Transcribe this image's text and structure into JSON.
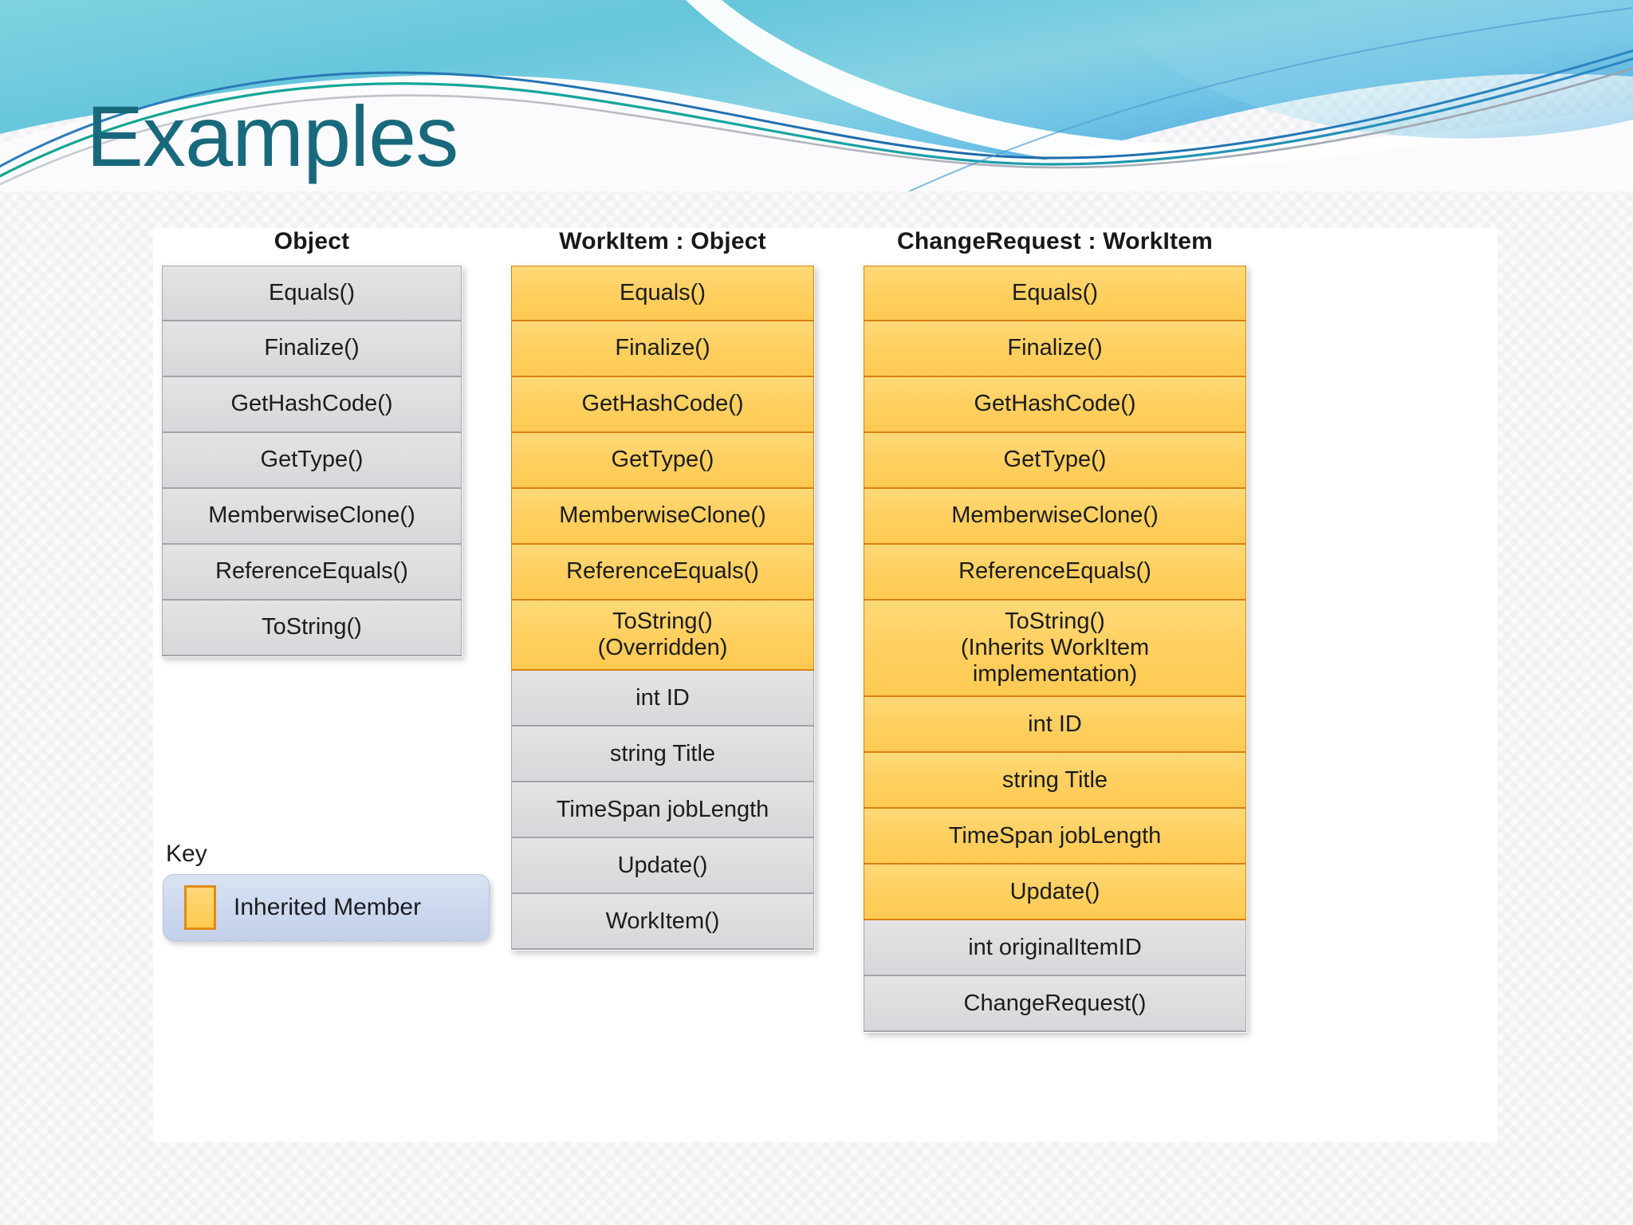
{
  "slide": {
    "title": "Examples",
    "theme_accent": "#19697d",
    "inherited_color": "#ffcf5e",
    "own_color": "#dcdcdf"
  },
  "diagram": {
    "columns": [
      {
        "id": "object",
        "title": "Object",
        "members": [
          {
            "label": "Equals()",
            "kind": "own"
          },
          {
            "label": "Finalize()",
            "kind": "own"
          },
          {
            "label": "GetHashCode()",
            "kind": "own"
          },
          {
            "label": "GetType()",
            "kind": "own"
          },
          {
            "label": "MemberwiseClone()",
            "kind": "own"
          },
          {
            "label": "ReferenceEquals()",
            "kind": "own"
          },
          {
            "label": "ToString()",
            "kind": "own"
          }
        ]
      },
      {
        "id": "workitem",
        "title": "WorkItem : Object",
        "members": [
          {
            "label": "Equals()",
            "kind": "inherited"
          },
          {
            "label": "Finalize()",
            "kind": "inherited"
          },
          {
            "label": "GetHashCode()",
            "kind": "inherited"
          },
          {
            "label": "GetType()",
            "kind": "inherited"
          },
          {
            "label": "MemberwiseClone()",
            "kind": "inherited"
          },
          {
            "label": "ReferenceEquals()",
            "kind": "inherited"
          },
          {
            "label": "ToString()\n(Overridden)",
            "kind": "inherited"
          },
          {
            "label": "int ID",
            "kind": "own"
          },
          {
            "label": "string Title",
            "kind": "own"
          },
          {
            "label": "TimeSpan jobLength",
            "kind": "own"
          },
          {
            "label": "Update()",
            "kind": "own"
          },
          {
            "label": "WorkItem()",
            "kind": "own"
          }
        ]
      },
      {
        "id": "changerequest",
        "title": "ChangeRequest : WorkItem",
        "members": [
          {
            "label": "Equals()",
            "kind": "inherited"
          },
          {
            "label": "Finalize()",
            "kind": "inherited"
          },
          {
            "label": "GetHashCode()",
            "kind": "inherited"
          },
          {
            "label": "GetType()",
            "kind": "inherited"
          },
          {
            "label": "MemberwiseClone()",
            "kind": "inherited"
          },
          {
            "label": "ReferenceEquals()",
            "kind": "inherited"
          },
          {
            "label": "ToString()\n(Inherits WorkItem\nimplementation)",
            "kind": "inherited"
          },
          {
            "label": "int ID",
            "kind": "inherited"
          },
          {
            "label": "string Title",
            "kind": "inherited"
          },
          {
            "label": "TimeSpan jobLength",
            "kind": "inherited"
          },
          {
            "label": "Update()",
            "kind": "inherited"
          },
          {
            "label": "int originalItemID",
            "kind": "own"
          },
          {
            "label": "ChangeRequest()",
            "kind": "own"
          }
        ]
      }
    ]
  },
  "key": {
    "label": "Key",
    "entry_label": "Inherited Member",
    "swatch_color": "#ffc94e"
  }
}
